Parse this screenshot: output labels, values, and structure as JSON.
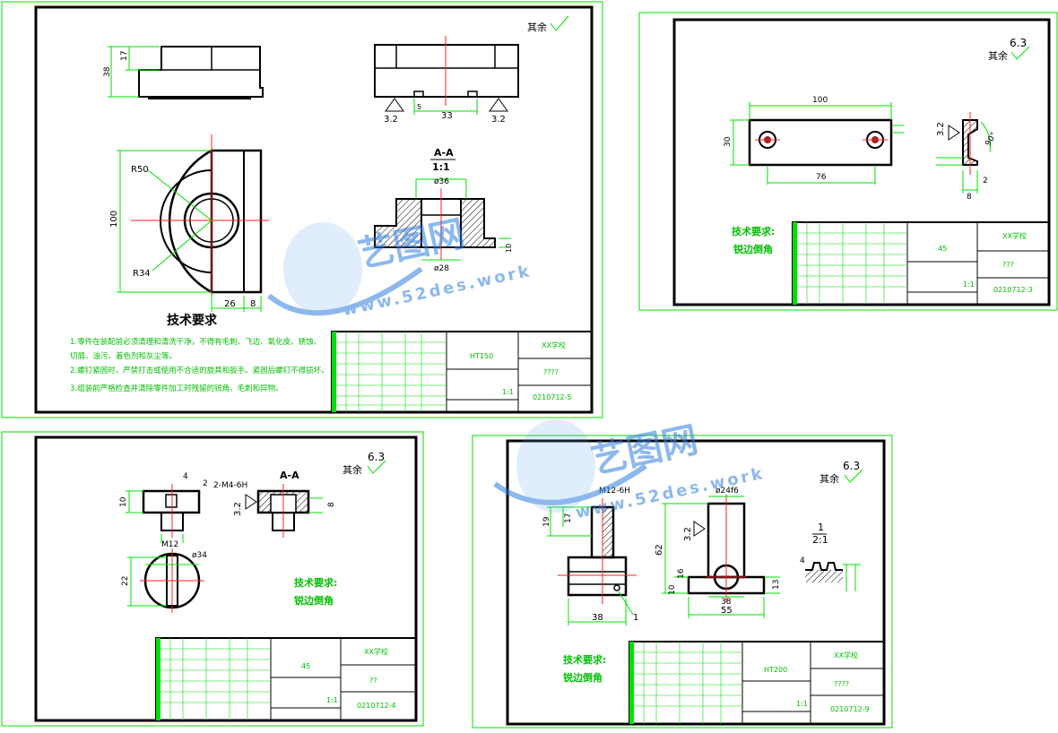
{
  "sheets": [
    {
      "id": "sheet1",
      "roughness_note": "其余",
      "section_label": "A-A",
      "section_scale": "1:1",
      "dims": {
        "d38": "38",
        "d17": "17",
        "r50": "R50",
        "d100": "100",
        "r34": "R34",
        "d26": "26",
        "d8": "8",
        "d33": "33",
        "d5": "5",
        "ra_l": "3.2",
        "ra_r": "3.2",
        "phi36": "ø36",
        "phi28": "ø28",
        "d10": "10"
      },
      "tech_title": "技术要求",
      "tech_lines": [
        "1.零件在装配前必须清理和清洗干净，不得有毛刺、飞边、氧化皮、锈蚀、",
        "切屑、油污、着色剂和灰尘等。",
        "2.螺钉紧固时，严禁打击或使用不合适的旋具和扳手。紧固后螺钉不得损坏。",
        "3.组装前严格检查并清除零件加工时残留的锐角、毛刺和异物。"
      ],
      "title_block": {
        "material": "HT150",
        "school": "XX学校",
        "name": "????",
        "scale": "1:1",
        "code": "0210712-5"
      }
    },
    {
      "id": "sheet2",
      "roughness_note": "其余",
      "roughness_value": "6.3",
      "dims": {
        "d100": "100",
        "d30": "30",
        "d76": "76",
        "d8": "8",
        "d2": "2",
        "d90": "90°",
        "ra": "3.2"
      },
      "tech_lines": [
        "技术要求:",
        "锐边倒角"
      ],
      "title_block": {
        "material": "45",
        "school": "XX学校",
        "name": "???",
        "scale": "1:1",
        "code": "0210712-3"
      }
    },
    {
      "id": "sheet3",
      "roughness_note": "其余",
      "roughness_value": "6.3",
      "section_label": "A-A",
      "dims": {
        "d4": "4",
        "d2": "2",
        "thread": "2-M4-6H",
        "d10": "10",
        "m12": "M12",
        "phi34": "ø34",
        "d22": "22",
        "d8": "8",
        "ra": "3.2"
      },
      "tech_lines": [
        "技术要求:",
        "锐边倒角"
      ],
      "title_block": {
        "material": "45",
        "school": "XX学校",
        "name": "??",
        "scale": "1:1",
        "code": "0210712-4"
      }
    },
    {
      "id": "sheet4",
      "roughness_note": "其余",
      "roughness_value": "6.3",
      "detail_label": "1",
      "detail_scale": "2:1",
      "dims": {
        "thread": "M12-6H",
        "phi24": "ø24f6",
        "d19": "19",
        "d17": "17",
        "d62": "62",
        "d10": "10",
        "d16": "16",
        "d38a": "38",
        "d55": "55",
        "d38b": "38",
        "d13": "13",
        "ref1": "1",
        "d4": "4",
        "ra": "3.2"
      },
      "tech_lines": [
        "技术要求:",
        "锐边倒角"
      ],
      "title_block": {
        "material": "HT200",
        "school": "XX学校",
        "name": "????",
        "scale": "1:1",
        "code": "0210712-9"
      }
    }
  ],
  "watermark": {
    "brand": "艺图网",
    "url": "www.52des.work"
  }
}
